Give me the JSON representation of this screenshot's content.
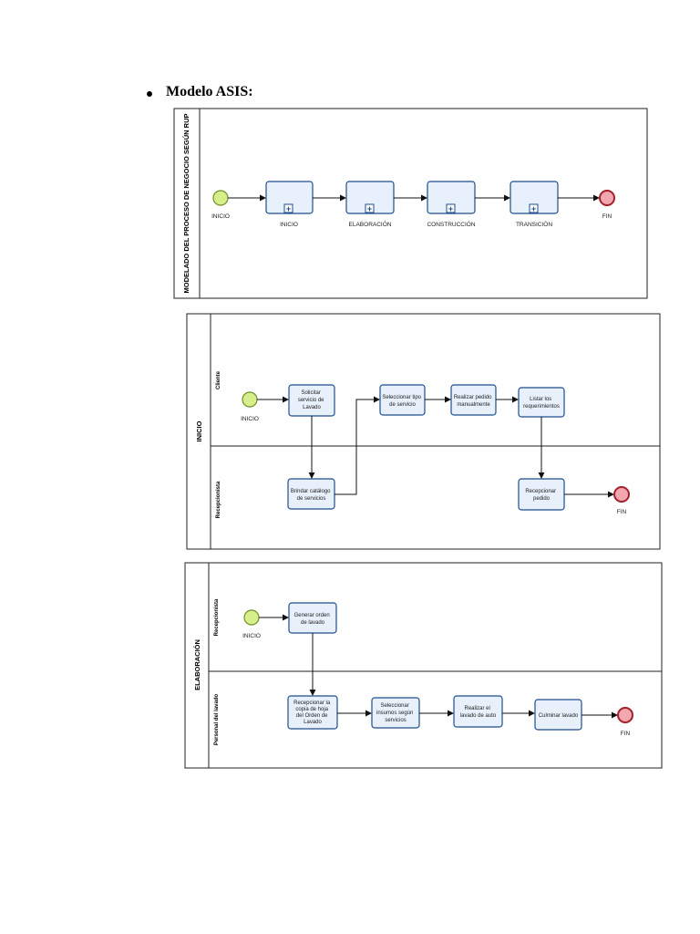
{
  "heading": "Modelo ASIS:",
  "diagrams": {
    "top": {
      "pool_title": "MODELADO DEL PROCESO DE NEGOCIO SEGÚN RUP",
      "start": "INICIO",
      "phases": [
        "INICIO",
        "ELABORACIÓN",
        "CONSTRUCCIÓN",
        "TRANSICIÓN"
      ],
      "end": "FIN"
    },
    "inicio": {
      "pool_title": "INICIO",
      "lanes": [
        "Cliente",
        "Recepcionista"
      ],
      "start": "INICIO",
      "end": "FIN",
      "tasks": [
        [
          "Solicitar",
          "servicio de",
          "Lavado"
        ],
        [
          "Seleccionar tipo",
          "de servicio"
        ],
        [
          "Realizar pedido",
          "manualmente"
        ],
        [
          "Listar los",
          "requerimientos"
        ],
        [
          "Brindar catálogo",
          "de servicios"
        ],
        [
          "Recepcionar",
          "pedido"
        ]
      ]
    },
    "elaboracion": {
      "pool_title": "ELABORACIÓN",
      "lanes": [
        "Recepcionista",
        "Personal del lavado"
      ],
      "start": "INICIO",
      "end": "FIN",
      "tasks": [
        [
          "Generar orden",
          "de lavado"
        ],
        [
          "Recepcionar la",
          "copia de hoja",
          "del Orden de",
          "Lavado"
        ],
        [
          "Seleccionar",
          "insumos según",
          "servicios"
        ],
        [
          "Realizar el",
          "lavado de auto"
        ],
        [
          "Culminar lavado"
        ]
      ]
    }
  },
  "colors": {
    "task_fill": "#e8f0fb",
    "task_border": "#1f4e8c",
    "start_fill": "#d7ef8a",
    "end_fill": "#f2a6ae",
    "end_border": "#a3212e"
  }
}
